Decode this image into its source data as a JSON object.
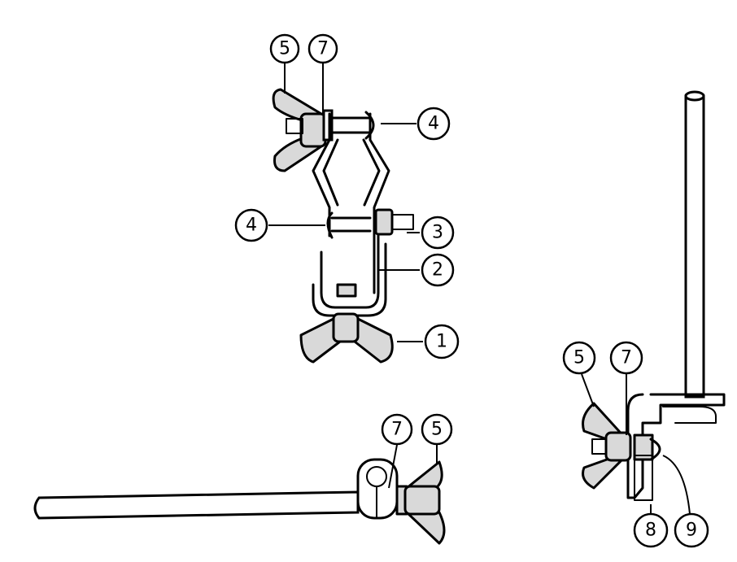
{
  "callouts": [
    {
      "id": "c1",
      "label": "1"
    },
    {
      "id": "c2",
      "label": "2"
    },
    {
      "id": "c3",
      "label": "3"
    },
    {
      "id": "c4a",
      "label": "4"
    },
    {
      "id": "c4b",
      "label": "4"
    },
    {
      "id": "c5a",
      "label": "5"
    },
    {
      "id": "c7a",
      "label": "7"
    },
    {
      "id": "c7b",
      "label": "7"
    },
    {
      "id": "c5b",
      "label": "5"
    },
    {
      "id": "c5c",
      "label": "5"
    },
    {
      "id": "c7c",
      "label": "7"
    },
    {
      "id": "c8",
      "label": "8"
    },
    {
      "id": "c9",
      "label": "9"
    }
  ]
}
